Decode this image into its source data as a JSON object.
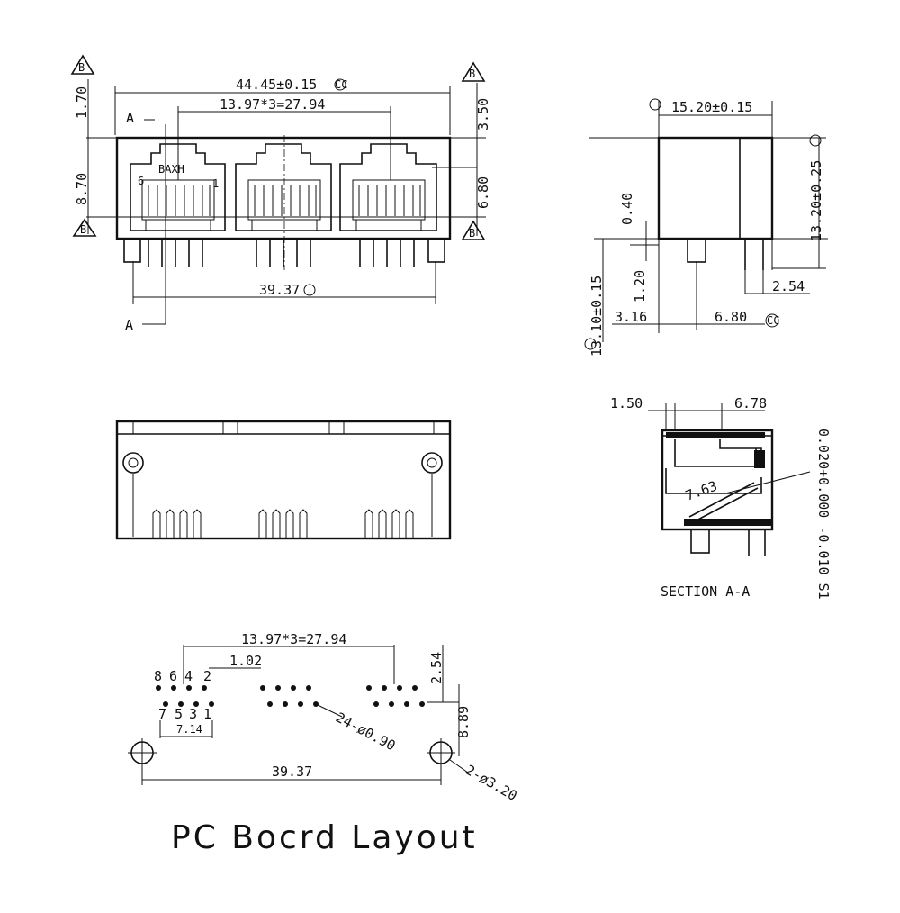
{
  "drawing_title": "PC Bocrd Layout",
  "section_label": "SECTION A-A",
  "datum_labels": {
    "b": "B",
    "a_mark": "A"
  },
  "front_view": {
    "overall_width": "44.45±0.15",
    "pitch_span": "13.97*3=27.94",
    "mount_span": "39.37",
    "dim_top": "1.70",
    "dim_mid": "8.70",
    "dim_right_top": "3.50",
    "dim_right_mid": "6.80",
    "section_a_top": "A",
    "section_a_bottom": "A",
    "port_label": "BAXH",
    "pin_six": "6",
    "pin_one": "1",
    "cc_mark": "CC"
  },
  "side_view": {
    "depth": "15.20±0.15",
    "height": "13.20±0.25",
    "dim_040": "0.40",
    "dim_120": "1.20",
    "dim_1310": "13.10±0.15",
    "dim_316": "3.16",
    "dim_680": "6.80",
    "dim_254": "2.54",
    "cc_mark": "CC"
  },
  "section_view": {
    "dim_150": "1.50",
    "dim_678": "6.78",
    "dim_763": "7.63",
    "dim_spec": "0.020+0.000 -0.010 S1"
  },
  "board_layout": {
    "pitch_span": "13.97*3=27.94",
    "dim_102": "1.02",
    "dim_254": "2.54",
    "dim_889": "8.89",
    "mount_span": "39.37",
    "pin_holes": "24-ø0.90",
    "mount_holes": "2-ø3.20",
    "pin_labels_top": [
      "8",
      "6",
      "4",
      "2"
    ],
    "pin_labels_bottom": [
      "7",
      "5",
      "3",
      "1"
    ],
    "dim_714": "7.14"
  }
}
